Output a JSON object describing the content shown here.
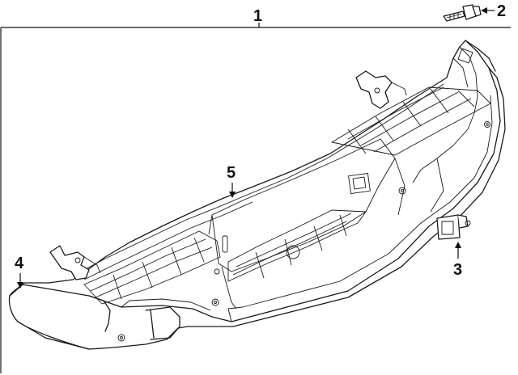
{
  "diagram": {
    "type": "exploded-parts-diagram",
    "callouts": [
      {
        "id": "1",
        "label": "1",
        "target": "rear-bumper-assembly"
      },
      {
        "id": "2",
        "label": "2",
        "target": "bolt"
      },
      {
        "id": "3",
        "label": "3",
        "target": "receiver-clip"
      },
      {
        "id": "4",
        "label": "4",
        "target": "bumper-end-cap"
      },
      {
        "id": "5",
        "label": "5",
        "target": "step-pad"
      }
    ],
    "colors": {
      "line": "#1a1a1a",
      "background": "#ffffff"
    }
  }
}
